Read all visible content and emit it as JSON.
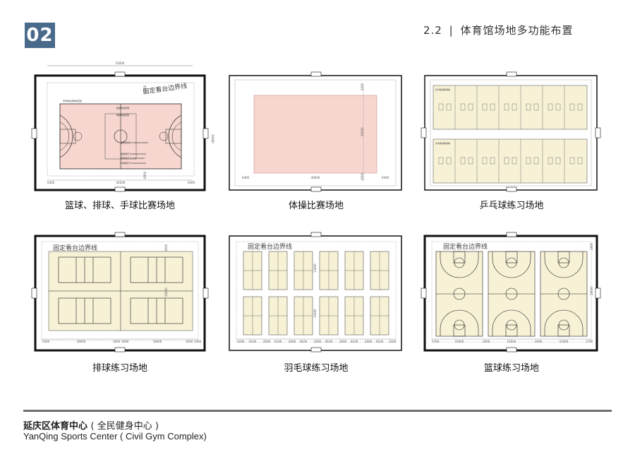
{
  "header": {
    "badge": "02",
    "section_number": "2.2",
    "section_sep": "|",
    "section_title": "体育馆场地多功能布置"
  },
  "panels": [
    {
      "caption": "篮球、排球、手球比赛场地",
      "stand_label": "固定看台边界线",
      "dims": {
        "top": "53000",
        "left": "6400",
        "center": "40200",
        "right": "6400",
        "side": "34000",
        "top_gap": "6800",
        "bottom_gap": "6800"
      },
      "court_notes": [
        "手球场比赛场地范围",
        "篮球场地范围",
        "排球场地范围",
        "篮球场地尺寸40000X20000",
        "篮球场尺寸28000X15000",
        "排球场尺寸18000X9000",
        "手球场尺寸40000X20000"
      ]
    },
    {
      "caption": "体操比赛场地",
      "dims": {
        "left": "6400",
        "center": "40000",
        "right": "6400",
        "top": "4500",
        "side": "25000",
        "bottom": "4500"
      }
    },
    {
      "caption": "乒乓球练习场地",
      "zone_label_1": "乒乓球训练场地",
      "zone_label_2": "乒乓球训练场地"
    },
    {
      "caption": "排球练习场地",
      "stand_label": "固定看台边界线",
      "dims": {
        "left": "5400",
        "mid1": "18000",
        "gap1": "3000",
        "gap2": "3000",
        "mid2": "18000",
        "gap3": "3000",
        "right": "2400",
        "side1": "3000",
        "side2": "34000"
      }
    },
    {
      "caption": "羽毛球练习场地",
      "stand_label": "固定看台边界线",
      "dims": {
        "d1": "3200",
        "d2": "6100",
        "d3": "2000",
        "d4": "6100",
        "d5": "2000",
        "d6": "6100",
        "d7": "2000",
        "d8": "6100",
        "d9": "2000",
        "d10": "6100",
        "d11": "2000",
        "d12": "6100",
        "d13": "3200",
        "side1": "13400",
        "side2": "13400"
      }
    },
    {
      "caption": "篮球练习场地",
      "stand_label": "固定看台边界线",
      "dims": {
        "d1": "1700",
        "d2": "15000",
        "d3": "2000",
        "d4": "15000",
        "d5": "2000",
        "d6": "15000",
        "d7": "1700",
        "side1": "2800",
        "side2": "28000"
      }
    }
  ],
  "footer": {
    "title_cn": "延庆区体育中心",
    "subtitle_cn": "( 全民健身中心 )",
    "title_en": "YanQing Sports Center ( Civil Gym Complex)"
  },
  "colors": {
    "badge": "#4a6a8c",
    "court_pink": "#f6d6cf",
    "court_cream": "#f7f1d6",
    "wall": "#1a1a1a",
    "rule": "#6e6e6e"
  }
}
